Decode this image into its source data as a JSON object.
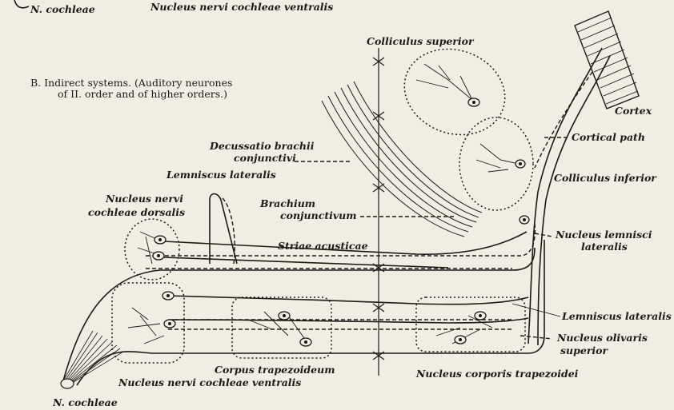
{
  "top_strip": {
    "left_label": "N. cochleae",
    "right_label": "Nucleus nervi cochleae ventralis"
  },
  "section_heading": {
    "line1": "B. Indirect systems.   (Auditory neurones",
    "line2": "of II. order and of higher orders.)"
  },
  "labels": {
    "colliculus_superior": "Colliculus superior",
    "cortex": "Cortex",
    "cortical_path": "Cortical path",
    "decussatio_line1": "Decussatio brachii",
    "decussatio_line2": "conjunctivi",
    "lemniscus_lateralis_top": "Lemniscus lateralis",
    "colliculus_inferior": "Colliculus inferior",
    "nucleus_dorsalis_line1": "Nucleus nervi",
    "nucleus_dorsalis_line2": "cochleae dorsalis",
    "brachium_line1": "Brachium",
    "brachium_line2": "conjunctivum",
    "nucleus_lemnisci_line1": "Nucleus lemnisci",
    "nucleus_lemnisci_line2": "lateralis",
    "striae_acusticae": "Striae acusticae",
    "lemniscus_lateralis_bottom": "Lemniscus lateralis",
    "nucleus_olivaris_line1": "Nucleus olivaris",
    "nucleus_olivaris_line2": "superior",
    "corpus_trapezoideum": "Corpus trapezoideum",
    "nucleus_ventralis": "Nucleus nervi cochleae ventralis",
    "nucleus_corporis": "Nucleus corporis trapezoidei",
    "n_cochleae_bottom": "N. cochleae"
  }
}
